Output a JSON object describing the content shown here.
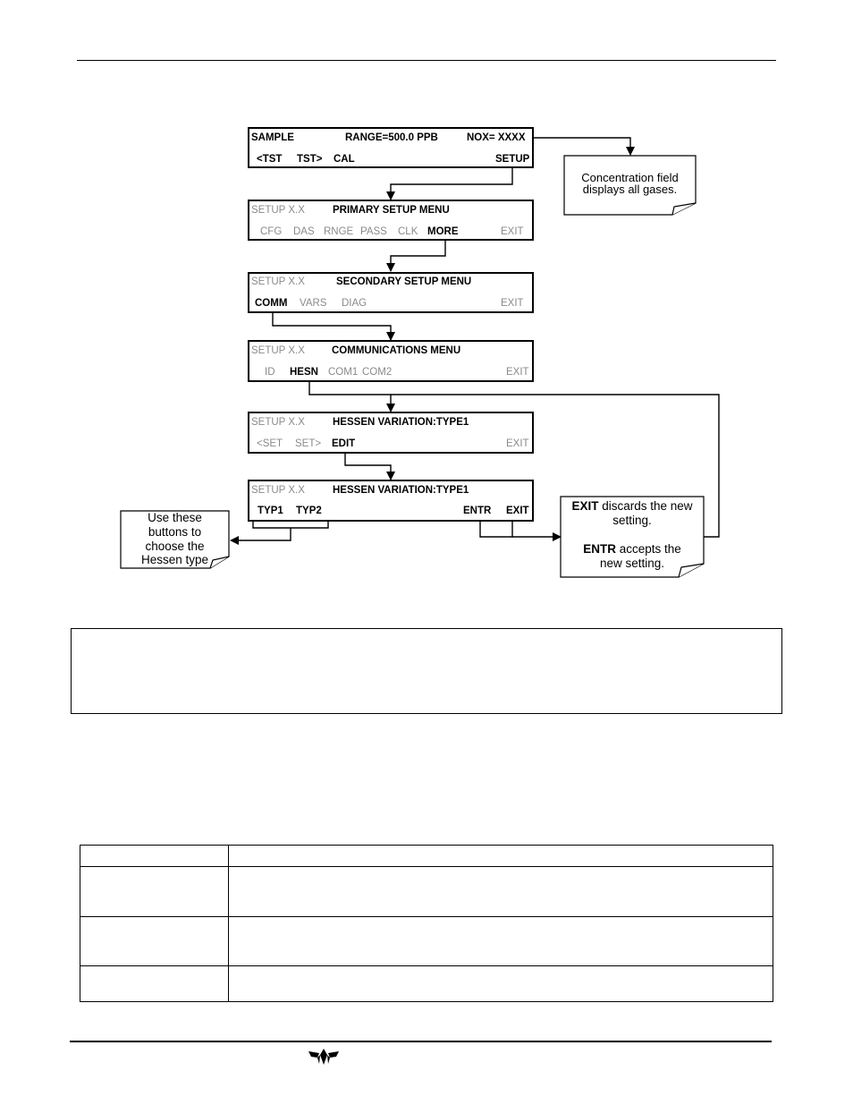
{
  "panels": [
    {
      "id": "sample",
      "top": [
        {
          "text": "SAMPLE",
          "style": "bold"
        },
        {
          "text": "RANGE=500.0 PPB",
          "style": "bold"
        },
        {
          "text": "NOX= XXXX",
          "style": "bold"
        }
      ],
      "bottom": [
        {
          "text": "<TST",
          "style": "bold"
        },
        {
          "text": "TST>",
          "style": "bold"
        },
        {
          "text": "CAL",
          "style": "bold"
        },
        {
          "text": "SETUP",
          "style": "bold"
        }
      ]
    },
    {
      "id": "primary-setup",
      "top": [
        {
          "text": "SETUP X.X",
          "style": "dim"
        },
        {
          "text": "PRIMARY SETUP MENU",
          "style": "bold"
        }
      ],
      "bottom": [
        {
          "text": "CFG",
          "style": "dim"
        },
        {
          "text": "DAS",
          "style": "dim"
        },
        {
          "text": "RNGE",
          "style": "dim"
        },
        {
          "text": "PASS",
          "style": "dim"
        },
        {
          "text": "CLK",
          "style": "dim"
        },
        {
          "text": "MORE",
          "style": "bold"
        },
        {
          "text": "EXIT",
          "style": "dim"
        }
      ]
    },
    {
      "id": "secondary-setup",
      "top": [
        {
          "text": "SETUP X.X",
          "style": "dim"
        },
        {
          "text": "SECONDARY SETUP MENU",
          "style": "bold"
        }
      ],
      "bottom": [
        {
          "text": "COMM",
          "style": "bold"
        },
        {
          "text": "VARS",
          "style": "dim"
        },
        {
          "text": "DIAG",
          "style": "dim"
        },
        {
          "text": "EXIT",
          "style": "dim"
        }
      ]
    },
    {
      "id": "communications",
      "top": [
        {
          "text": "SETUP X.X",
          "style": "dim"
        },
        {
          "text": "COMMUNICATIONS MENU",
          "style": "bold"
        }
      ],
      "bottom": [
        {
          "text": "ID",
          "style": "dim"
        },
        {
          "text": "HESN",
          "style": "bold"
        },
        {
          "text": "COM1",
          "style": "dim"
        },
        {
          "text": "COM2",
          "style": "dim"
        },
        {
          "text": "EXIT",
          "style": "dim"
        }
      ]
    },
    {
      "id": "hessen-variation-1",
      "top": [
        {
          "text": "SETUP X.X",
          "style": "dim"
        },
        {
          "text": "HESSEN VARIATION:TYPE1",
          "style": "bold"
        }
      ],
      "bottom": [
        {
          "text": "<SET",
          "style": "dim"
        },
        {
          "text": "SET>",
          "style": "dim"
        },
        {
          "text": "EDIT",
          "style": "bold"
        },
        {
          "text": "EXIT",
          "style": "dim"
        }
      ]
    },
    {
      "id": "hessen-variation-2",
      "top": [
        {
          "text": "SETUP X.X",
          "style": "dim"
        },
        {
          "text": "HESSEN VARIATION:TYPE1",
          "style": "bold"
        }
      ],
      "bottom": [
        {
          "text": "TYP1",
          "style": "bold"
        },
        {
          "text": "TYP2",
          "style": "bold"
        },
        {
          "text": "ENTR",
          "style": "bold"
        },
        {
          "text": "EXIT",
          "style": "bold"
        }
      ]
    }
  ],
  "notes": {
    "concentration": {
      "line1": "Concentration field",
      "line2": "displays all gases."
    },
    "exit_entr": {
      "exit_key": "EXIT",
      "exit_rest": " discards the new",
      "exit_line2": "setting.",
      "entr_key": "ENTR",
      "entr_rest": " accepts the",
      "entr_line2": "new setting."
    },
    "type_buttons": {
      "line1": "Use these",
      "line2": "buttons to",
      "line3": "choose the",
      "line4": "Hessen type"
    }
  },
  "colors": {
    "dim_text": "#8a8a8a",
    "line": "#000000"
  }
}
